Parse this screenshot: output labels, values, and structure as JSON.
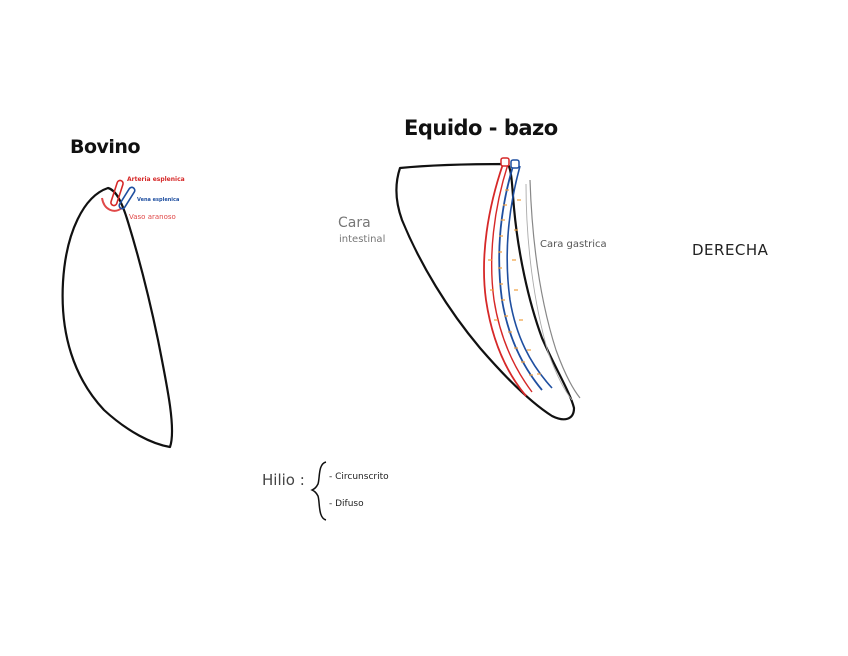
{
  "labels": {
    "bovino_title": "Bovino",
    "equido_title": "Equido - bazo",
    "arteria": "Arteria esplenica",
    "vena": "Vena esplenica",
    "vasos": "Vaso aranoso",
    "cara_intestinal_1": "Cara",
    "cara_intestinal_2": "intestinal",
    "cara_gastrica": "Cara gastrica",
    "derecha": "DERECHA",
    "hilio": "Hilio :",
    "circunscrito": "- Circunscrito",
    "difuso": "- Difuso"
  },
  "colors": {
    "outline": "#111111",
    "artery": "#d62828",
    "vein": "#1f4fa0",
    "vessel_light": "#e04848",
    "hilus_tick": "#f0a040",
    "gray_line": "#888888"
  }
}
